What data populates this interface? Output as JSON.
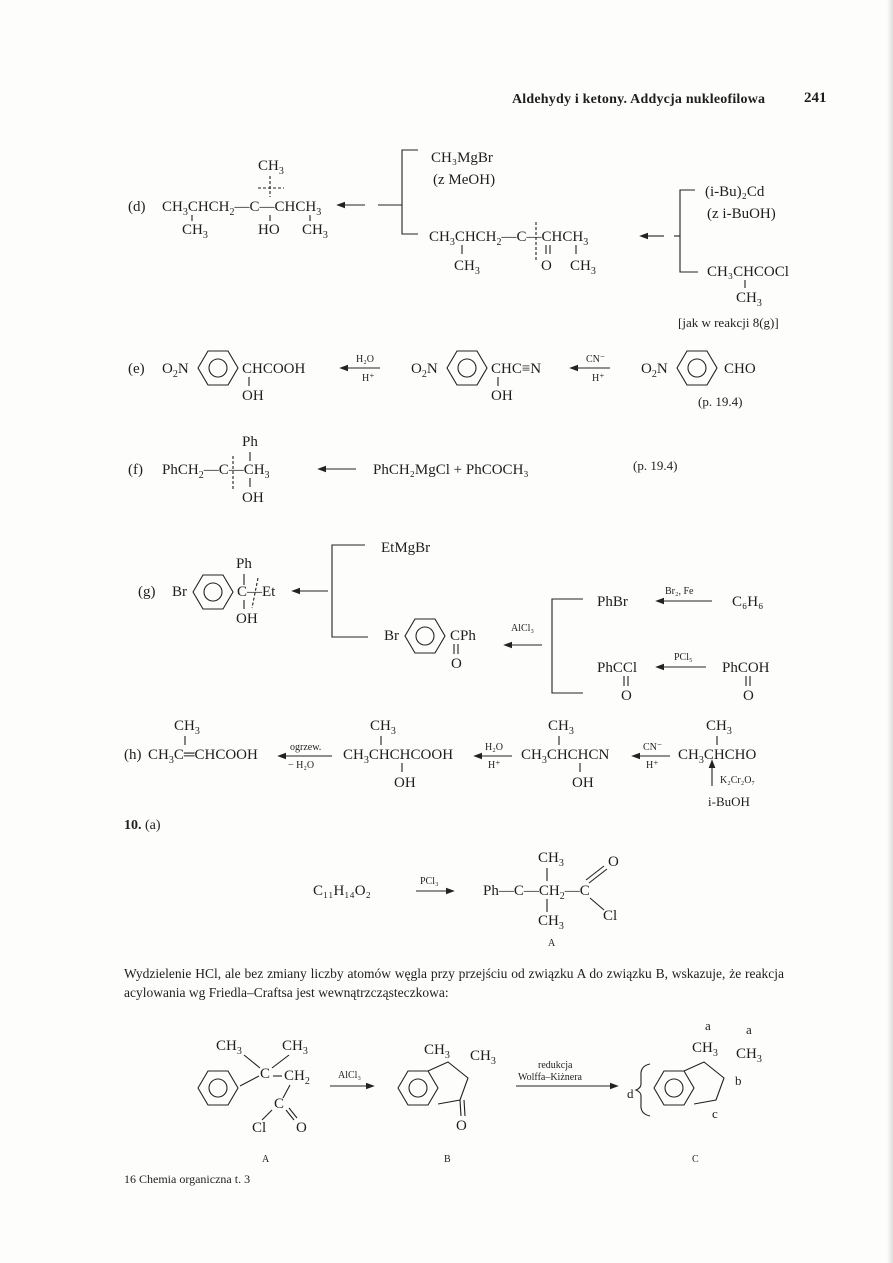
{
  "header": {
    "running_head": "Aldehydy i ketony. Addycja nukleofilowa",
    "page_number": "241"
  },
  "scheme_d": {
    "label": "(d)",
    "reagent_1": "CH₃MgBr",
    "solvent_1": "(z MeOH)",
    "reagent_2": "(i-Bu)₂Cd",
    "solvent_2": "(z i-BuOH)",
    "acid_chloride": "CH₃CHCOCl",
    "note": "[jak w reakcji 8(g)]"
  },
  "scheme_e": {
    "label": "(e)",
    "cond_hydrolysis_top": "H₂O",
    "cond_hydrolysis_bottom": "H⁺",
    "cond_cyanide_top": "CN⁻",
    "cond_cyanide_bottom": "H⁺",
    "ref": "(p. 19.4)"
  },
  "scheme_f": {
    "label": "(f)",
    "reactants": "PhCH₂MgCl + PhCOCH₃",
    "ref": "(p. 19.4)"
  },
  "scheme_g": {
    "label": "(g)",
    "reagent": "EtMgBr",
    "cond_alcl3": "AlCl₃",
    "phbr": "PhBr",
    "cond_br2": "Br₂, Fe",
    "benzene": "C₆H₆",
    "cond_pcl5": "PCl₅"
  },
  "scheme_h": {
    "label": "(h)",
    "cond_heat_top": "ogrzew.",
    "cond_heat_bottom": "− H₂O",
    "cond_h2o_top": "H₂O",
    "cond_h2o_bottom": "H⁺",
    "cond_cn_top": "CN⁻",
    "cond_cn_bottom": "H⁺",
    "cond_oxid": "K₂Cr₂O₇",
    "alcohol": "i-BuOH"
  },
  "exercise": {
    "number": "10.",
    "part": "(a)",
    "formula": "C₁₁H₁₄O₂",
    "reagent": "PCl₃",
    "label_a": "A"
  },
  "paragraph": "Wydzielenie HCl, ale bez zmiany liczby atomów węgla przy przejściu od związku A do związku B, wskazuje, że reakcja acylowania wg Friedla–Craftsa jest wewnątrzcząsteczkowa:",
  "scheme_final": {
    "cond_alcl3": "AlCl₃",
    "cond_reduction_1": "redukcja",
    "cond_reduction_2": "Wolffa–Kiżnera",
    "label_a": "A",
    "label_b": "B",
    "label_c": "C",
    "letter_a": "a",
    "letter_b": "b",
    "letter_c": "c",
    "letter_d": "d"
  },
  "footer": "16  Chemia organiczna  t. 3"
}
